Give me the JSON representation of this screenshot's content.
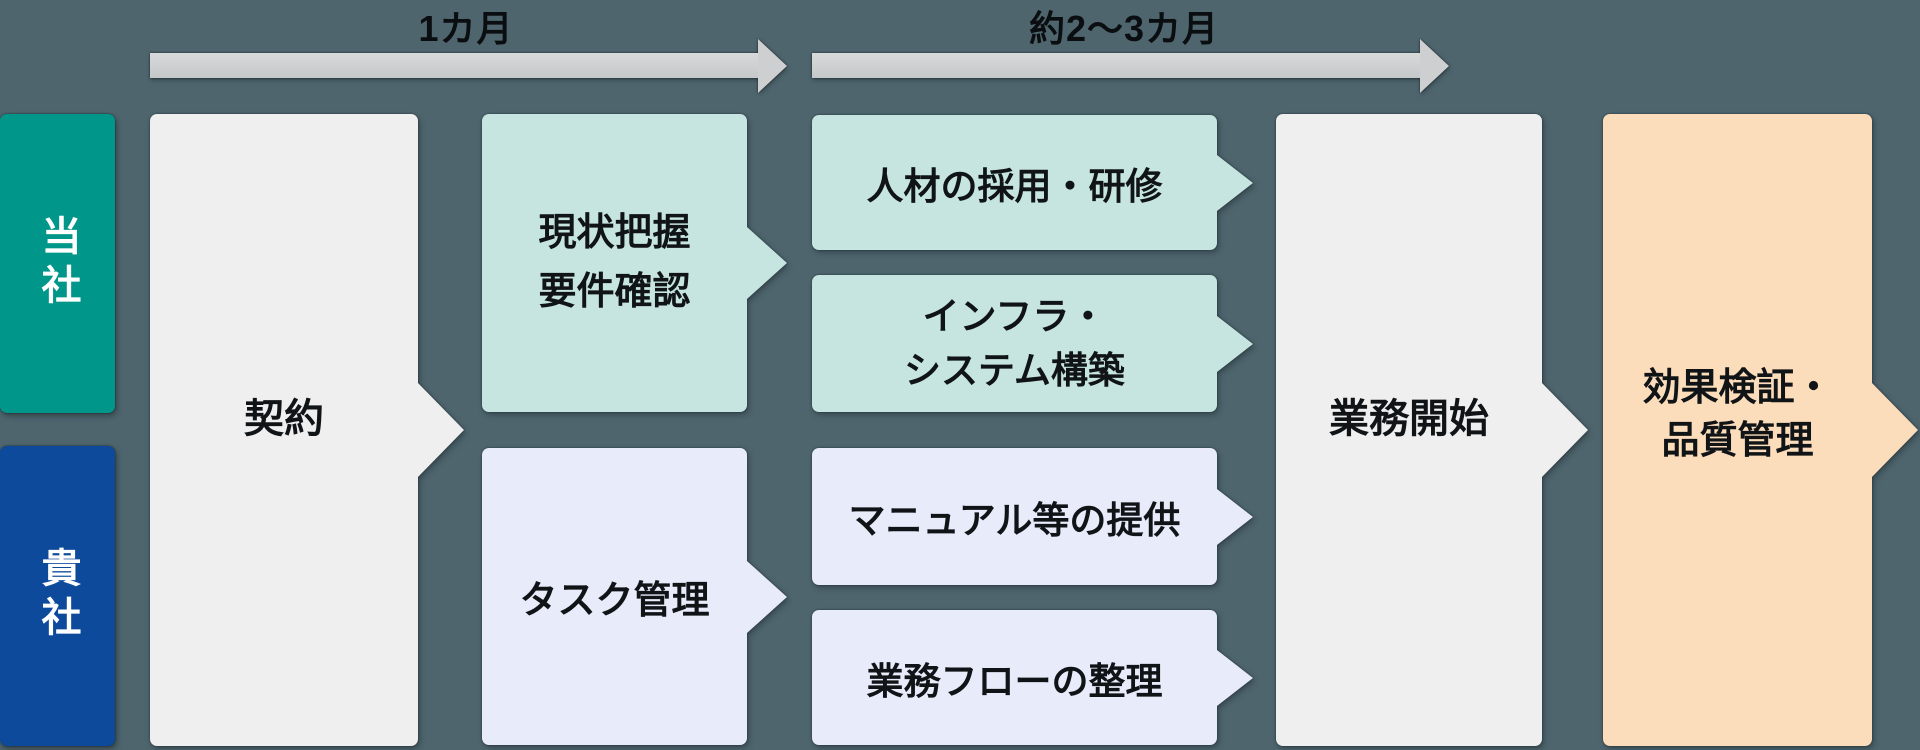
{
  "diagram": {
    "background_color": "#4E656E",
    "text_color": "#101417",
    "timeline": {
      "arrow_color": "#CDCFD0",
      "phase1_label": "1カ月",
      "phase2_label": "約2〜3カ月"
    },
    "lanes": {
      "company": {
        "label": "当社",
        "color": "#00968A",
        "text_color": "#FFFFFF"
      },
      "client": {
        "label": "貴社",
        "color": "#0D4A9C",
        "text_color": "#FFFFFF"
      }
    },
    "steps": {
      "contract": {
        "label": "契約",
        "color": "#EFEFEF"
      },
      "assessment": {
        "line1": "現状把握",
        "line2": "要件確認",
        "color": "#C6E5E1"
      },
      "task": {
        "label": "タスク管理",
        "color": "#E8EBF9"
      },
      "recruit": {
        "label": "人材の採用・研修",
        "color": "#C6E5E1"
      },
      "infra": {
        "line1": "インフラ・",
        "line2": "システム構築",
        "color": "#C6E5E1"
      },
      "manual": {
        "label": "マニュアル等の提供",
        "color": "#E8EBF9"
      },
      "flow": {
        "label": "業務フローの整理",
        "color": "#E8EBF9"
      },
      "start": {
        "label": "業務開始",
        "color": "#EFEFEF"
      },
      "verify": {
        "line1": "効果検証・",
        "line2": "品質管理",
        "color": "#FBDCBB"
      }
    }
  }
}
